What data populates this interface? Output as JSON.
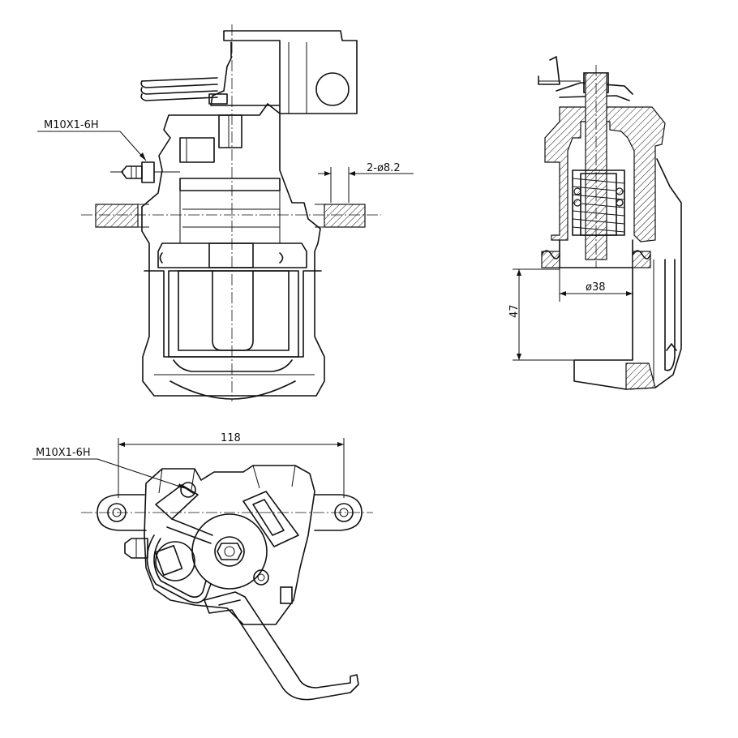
{
  "drawing": {
    "front_view": {
      "thread_label": "M10X1-6H",
      "hole_label": "2-ø8.2"
    },
    "section_view": {
      "piston_diameter_label": "ø38",
      "height_label": "47"
    },
    "bottom_view": {
      "thread_label": "M10X1-6H",
      "width_label": "118"
    }
  }
}
